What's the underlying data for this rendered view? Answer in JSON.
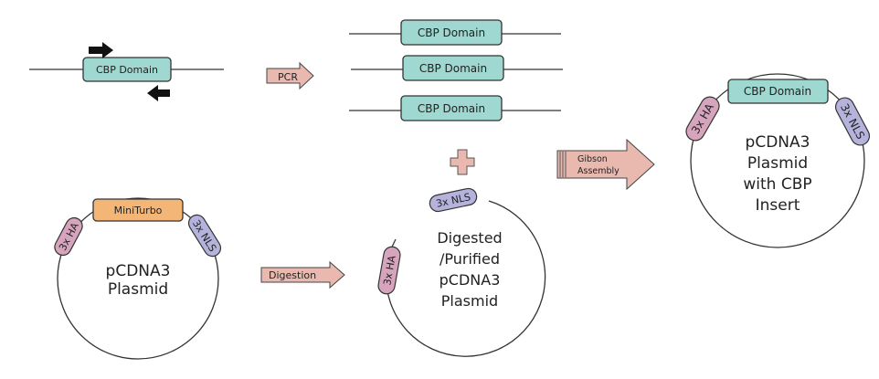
{
  "labels": {
    "cbp_domain": "CBP Domain",
    "pcr": "PCR",
    "digestion": "Digestion",
    "gibson_line1": "Gibson",
    "gibson_line2": "Assembly",
    "miniturbo": "MiniTurbo",
    "ha": "3x HA",
    "nls": "3x NLS"
  },
  "plasmids": {
    "original_line1": "pCDNA3",
    "original_line2": "Plasmid",
    "digested_line1": "Digested",
    "digested_line2": "/Purified",
    "digested_line3": "pCDNA3",
    "digested_line4": "Plasmid",
    "final_line1": "pCDNA3",
    "final_line2": "Plasmid",
    "final_line3": "with CBP",
    "final_line4": "Insert"
  },
  "colors": {
    "cbp_fill": "#9fd8d0",
    "ha_fill": "#d6a5bd",
    "nls_fill": "#b5b3dc",
    "miniturbo_fill": "#f3b676",
    "arrow_fill": "#e9b9b0",
    "plus_fill": "#e9b9b0",
    "outline": "#333333"
  }
}
